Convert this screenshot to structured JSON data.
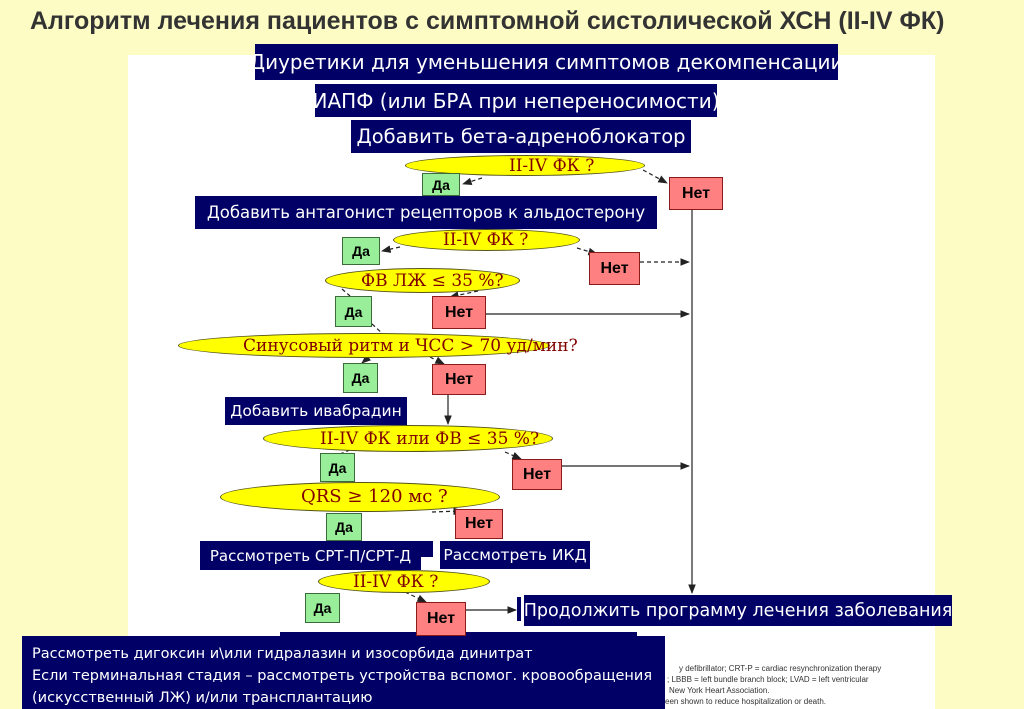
{
  "title": "Алгоритм лечения пациентов с симптомной систолической ХСН (II-IV ФК)",
  "colors": {
    "slide_background": "#fcfcc4",
    "chart_background": "#ffffff",
    "action_box": "#000066",
    "action_text": "#ffffff",
    "question_fill": "#ffff00",
    "question_text": "#800000",
    "yes_fill": "#99ee99",
    "no_fill": "#ff8080"
  },
  "actions": {
    "diuretics": "Диуретики для уменьшения симптомов декомпенсации",
    "acei": "ИАПФ (или БРА при непереносимости)",
    "beta_blocker": "Добавить бета-адреноблокатор",
    "mra": "Добавить антагонист рецепторов к альдостерону",
    "ivabradine": "Добавить ивабрадин",
    "crt": "Рассмотреть СРТ-П/СРТ-Д",
    "icd": "Рассмотреть ИКД",
    "continue": "Продолжить программу лечения заболевания",
    "final": [
      "Рассмотреть дигоксин и\\или гидралазин и изосорбида динитрат",
      "Если терминальная стадия – рассмотреть устройства вспомог. кровообращения",
      "(искусственный ЛЖ) и/или трансплантацию"
    ]
  },
  "decisions": [
    {
      "question": "II-IV ФК ?",
      "yes": "Да",
      "no": "Нет"
    },
    {
      "question": "II-IV ФК ?",
      "yes": "Да",
      "no": "Нет"
    },
    {
      "question": "ФВ ЛЖ ≤ 35 %?",
      "yes": "Да",
      "no": "Нет"
    },
    {
      "question": "Синусовый ритм и ЧСС > 70 уд/мин?",
      "yes": "Да",
      "no": "Нет"
    },
    {
      "question": "II-IV ФК или ФВ ≤ 35 %?",
      "yes": "Да",
      "no": "Нет"
    },
    {
      "question": "QRS ≥ 120 мс ?",
      "yes": "Да",
      "no": "Нет"
    },
    {
      "question": "II-IV ФК ?",
      "yes": "Да",
      "no": "Нет"
    }
  ],
  "footnote_fragments": [
    "y defibrillator; CRT-P = cardiac resynchronization therapy",
    "; LBBB = left bundle branch block; LVAD = left ventricular",
    "New York Heart Association.",
    "een shown to reduce hospitalization or death."
  ]
}
